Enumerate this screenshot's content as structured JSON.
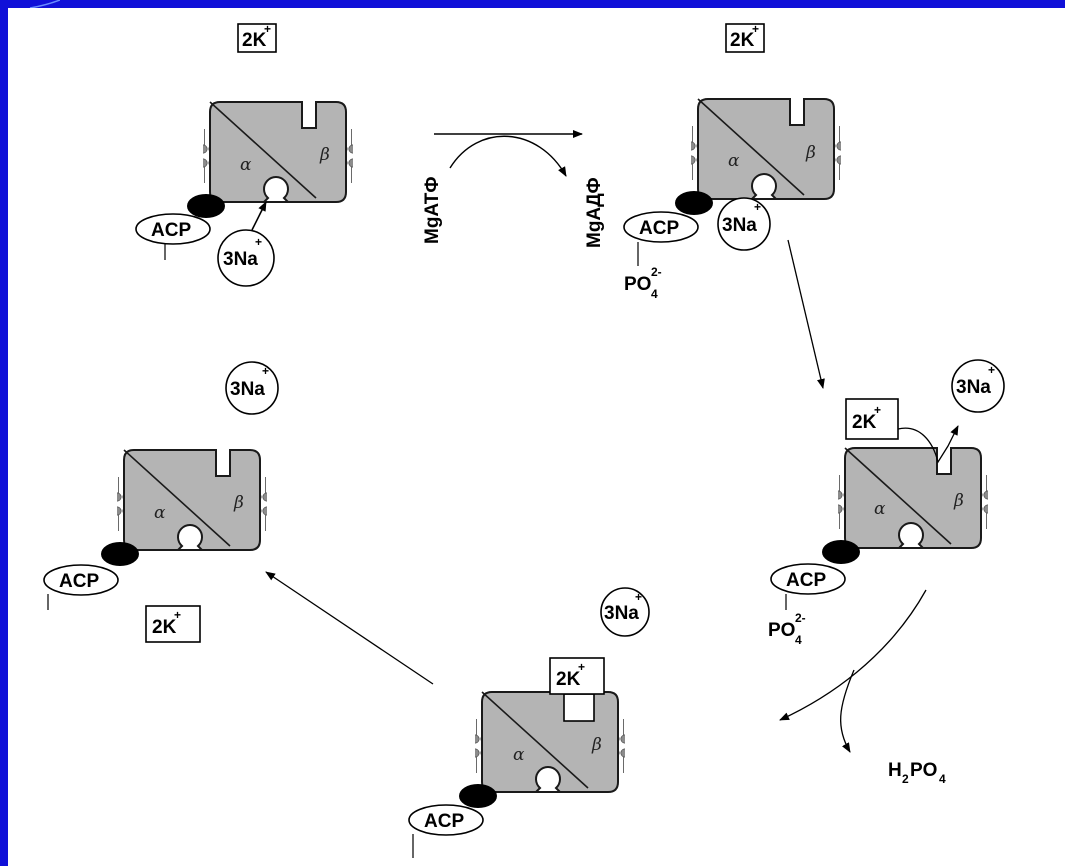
{
  "labels": {
    "k": "2K",
    "k_charge": "+",
    "na": "3Na",
    "na_charge": "+",
    "acp": "ACP",
    "alpha": "α",
    "beta": "β",
    "atp": "MgATФ",
    "adp": "MgAДФ",
    "po4": "PO",
    "po4_sub": "4",
    "po4_charge": "2-",
    "h2po4_h": "H",
    "h2po4_2": "2",
    "h2po4_po": "PO",
    "h2po4_4": "4"
  },
  "colors": {
    "background": "#1010d8",
    "protein": "#b4b4b4",
    "phosphorylation_site": "#000000"
  }
}
